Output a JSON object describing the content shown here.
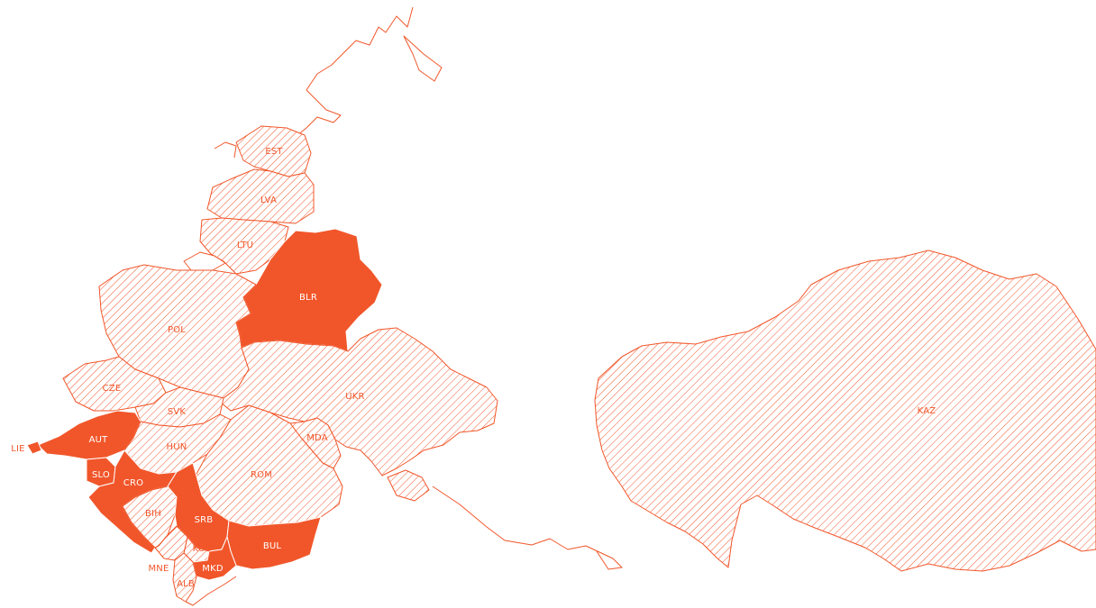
{
  "map": {
    "colors": {
      "accent": "#f1562a",
      "background": "#ffffff",
      "label_on_solid": "#ffffff"
    },
    "countries": [
      {
        "code": "EST",
        "style": "hatched"
      },
      {
        "code": "LVA",
        "style": "hatched"
      },
      {
        "code": "LTU",
        "style": "hatched"
      },
      {
        "code": "BLR",
        "style": "solid"
      },
      {
        "code": "POL",
        "style": "hatched"
      },
      {
        "code": "UKR",
        "style": "hatched"
      },
      {
        "code": "CZE",
        "style": "hatched"
      },
      {
        "code": "SVK",
        "style": "hatched"
      },
      {
        "code": "AUT",
        "style": "solid"
      },
      {
        "code": "LIE",
        "style": "solid"
      },
      {
        "code": "HUN",
        "style": "hatched"
      },
      {
        "code": "MDA",
        "style": "hatched"
      },
      {
        "code": "ROM",
        "style": "hatched"
      },
      {
        "code": "SLO",
        "style": "solid"
      },
      {
        "code": "CRO",
        "style": "solid"
      },
      {
        "code": "BIH",
        "style": "hatched"
      },
      {
        "code": "SRB",
        "style": "solid"
      },
      {
        "code": "BUL",
        "style": "solid"
      },
      {
        "code": "KOS",
        "style": "hatched"
      },
      {
        "code": "MNE",
        "style": "hatched"
      },
      {
        "code": "MKD",
        "style": "solid"
      },
      {
        "code": "ALB",
        "style": "hatched"
      },
      {
        "code": "KAZ",
        "style": "hatched"
      }
    ]
  }
}
